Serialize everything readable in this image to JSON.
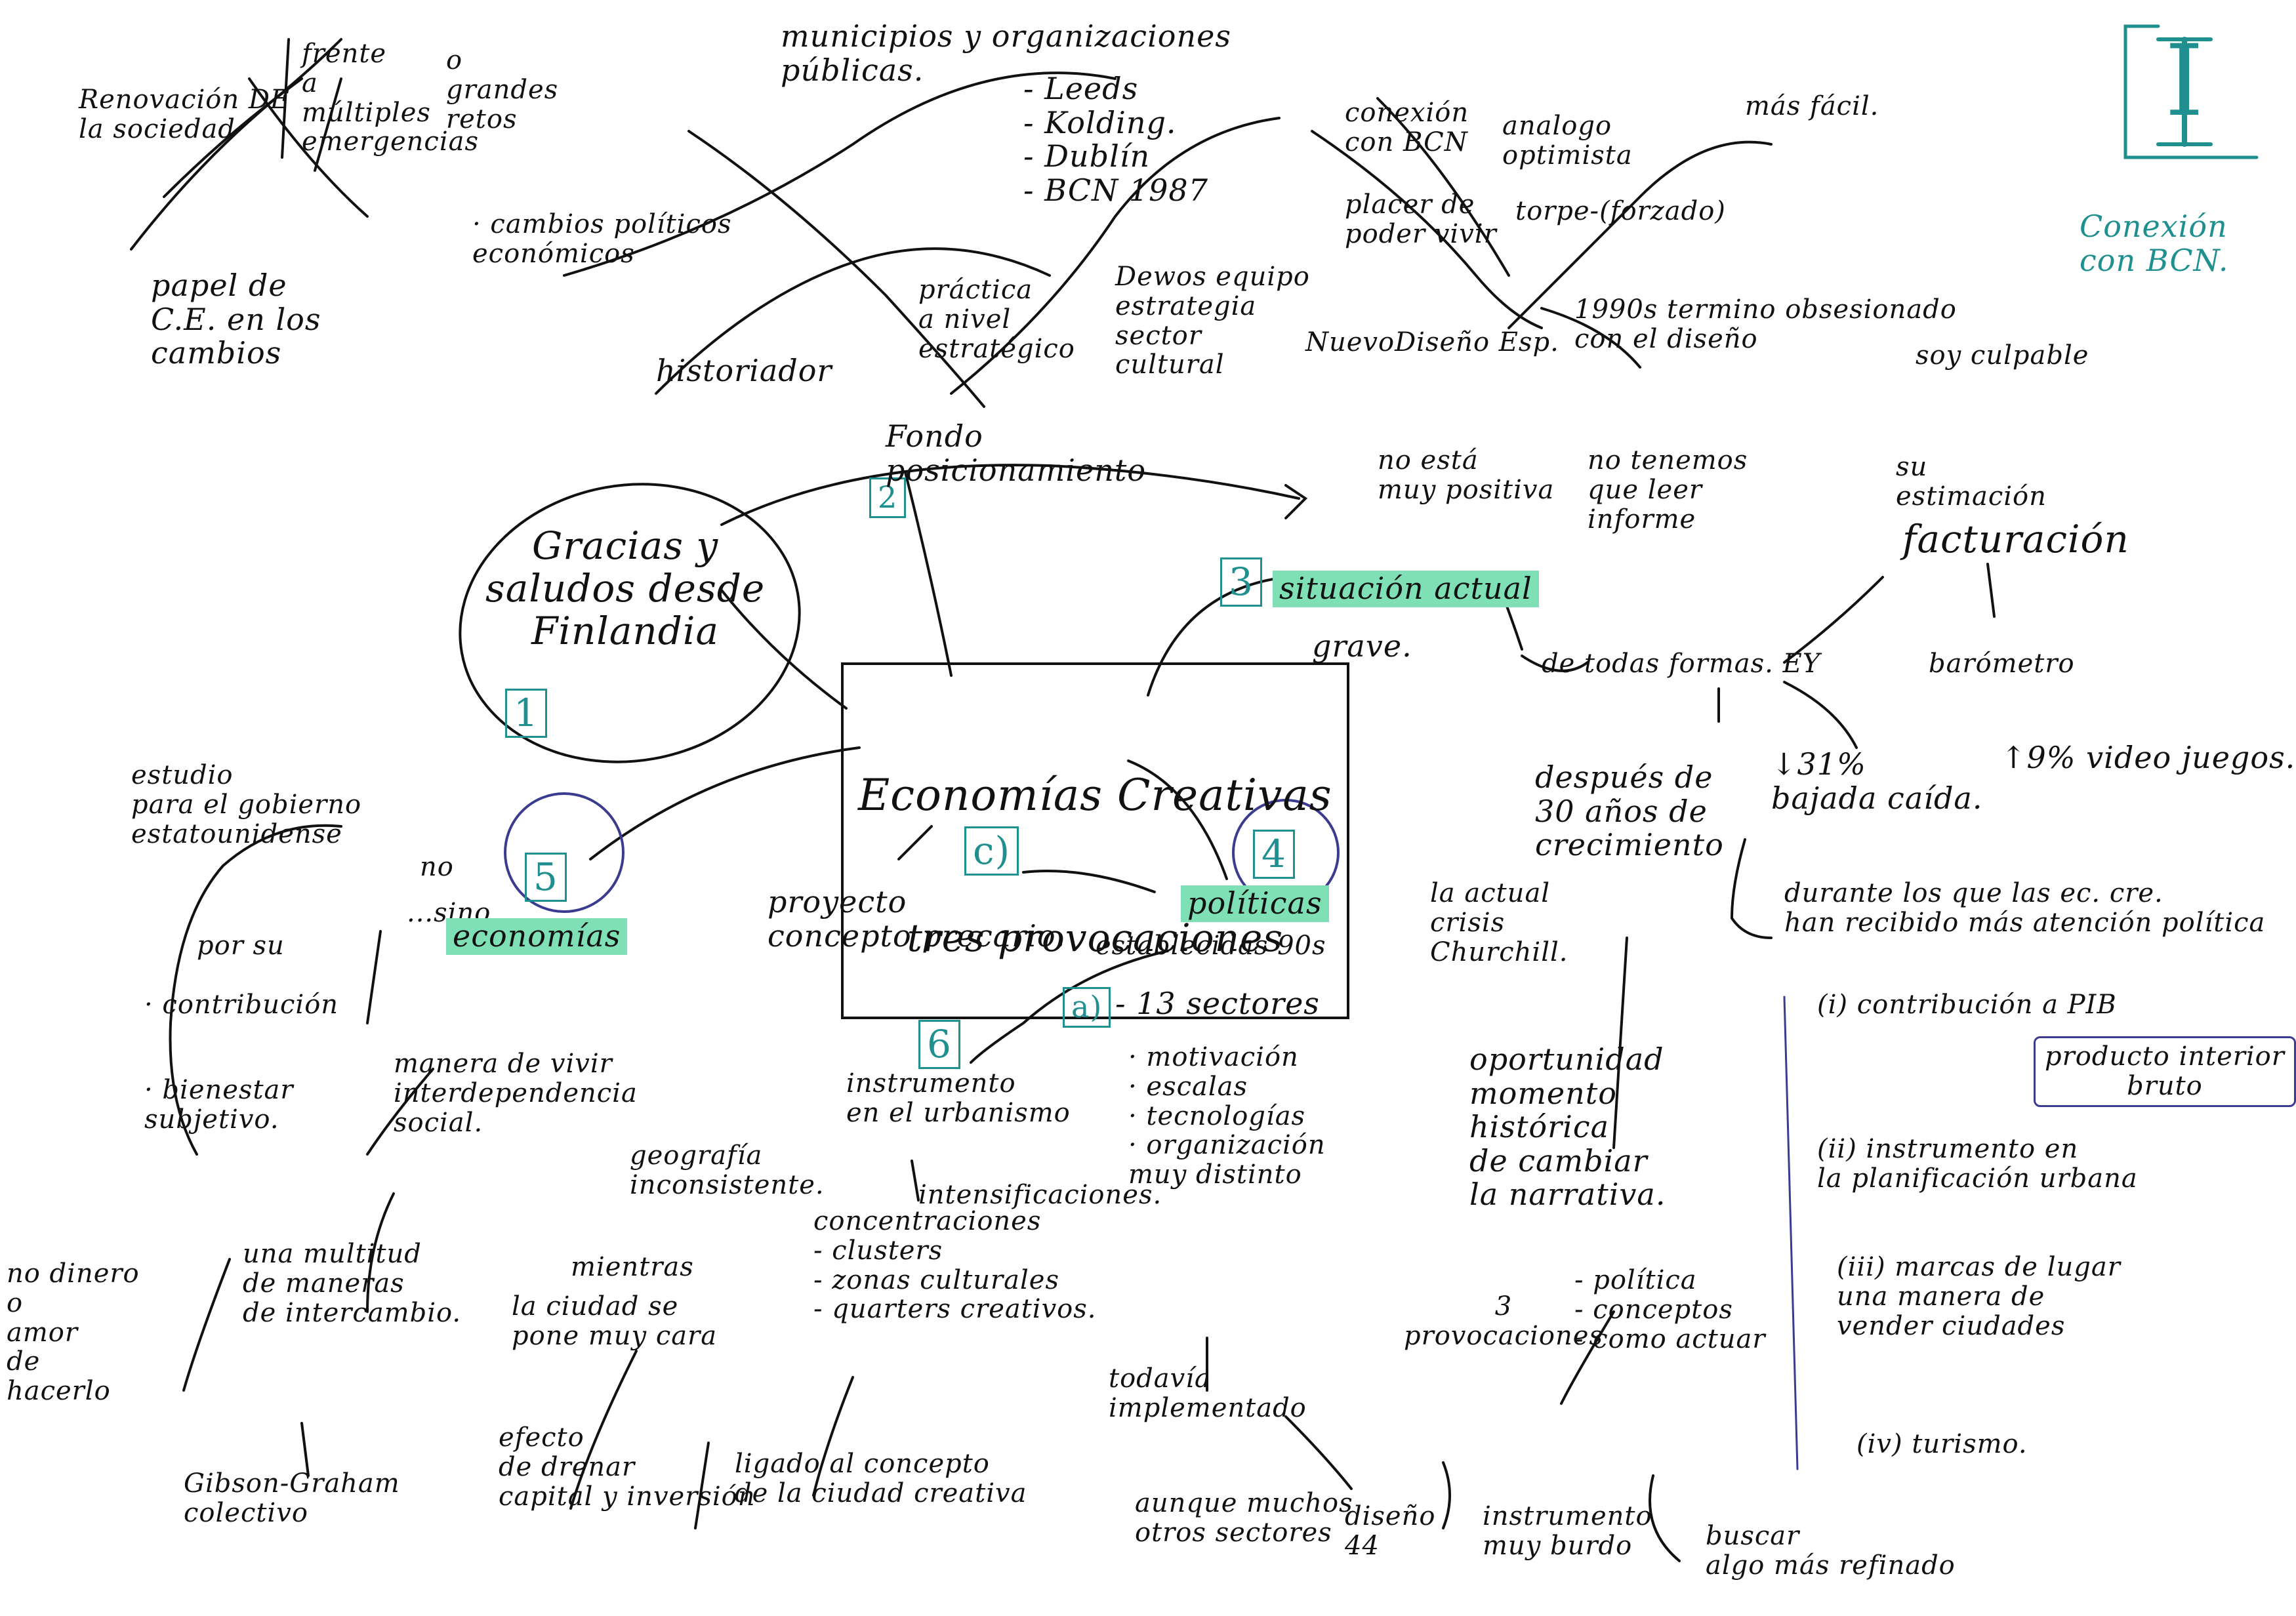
{
  "center": {
    "title": "Economías Creativas",
    "subtitle": "tres provocaciones"
  },
  "markers": {
    "m1": "1",
    "m2": "2",
    "m3": "3",
    "m4": "4",
    "m5": "5",
    "mc": "c)",
    "ma": "a)",
    "m6": "6",
    "big": "I"
  },
  "top": {
    "renovacion": "Renovación DE\nla sociedad",
    "frente": "frente\na\nmúltiples\nemergencias",
    "retos": "o\ngrandes\nretos",
    "papel": "papel de\nC.E. en los\ncambios",
    "cambios": "· cambios políticos\neconómicos",
    "historiador": "historiador",
    "municipios": "municipios y organizaciones\npúblicas.",
    "ciudades": "- Leeds\n- Kolding.\n- Dublín\n- BCN 1987",
    "practica": "práctica\na nivel\nestratégico",
    "dewos": "Dewos equipo\nestrategia\nsector\ncultural",
    "fondo": "Fondo\nposicionamiento",
    "conexion": "conexión\ncon BCN",
    "analogo": "analogo\noptimista",
    "placer": "placer de\npoder vivir",
    "torpe": "torpe-(forzado)",
    "facil": "más fácil.",
    "nuevo": "NuevoDiseño Esp.",
    "1990s": "1990s termino obsesionado\ncon el diseño",
    "culpable": "soy culpable",
    "teal_note": "Conexión\ncon BCN."
  },
  "left": {
    "gracias": "Gracias y\nsaludos desde\nFinlandia",
    "estudio": "estudio\npara el gobierno\nestatounidense",
    "porsu": "por su",
    "contribucion": "· contribución",
    "bienestar": "· bienestar\nsubjetivo.",
    "no": "no",
    "sino": "...sino",
    "economias": "economías",
    "manera": "manera de vivir\ninterdependencia\nsocial.",
    "nodinero": "no dinero\no\namor\nde\nhacerlo",
    "multitud": "una multitud\nde maneras\nde intercambio.",
    "gibson": "Gibson-Graham\ncolectivo",
    "geografia": "geografía\ninconsistente.",
    "mientras": "mientras",
    "ciudad": "la ciudad se\npone muy cara",
    "efecto": "efecto\nde drenar\ncapital y inversión",
    "ligado": "ligado al concepto\nde la ciudad creativa"
  },
  "middle": {
    "proyecto": "proyecto\nconcepto precario.",
    "politicas": "políticas",
    "establecidas": "establecidas 90s",
    "sectores": "- 13 sectores",
    "lista": "· motivación\n· escalas\n· tecnologías\n· organización\nmuy distinto",
    "todavia": "todavía\nimplementado",
    "aunque": "aunque muchos\notros sectores",
    "diseno": "diseño\n44",
    "instrumento": "instrumento\nmuy burdo",
    "buscar": "buscar\nalgo más refinado",
    "instrumento_urb": "instrumento\nen el urbanismo",
    "intensificaciones": "intensificaciones.",
    "concentraciones": "concentraciones\n- clusters\n- zonas culturales\n- quarters creativos."
  },
  "right": {
    "noesta": "no está\nmuy positiva",
    "notenemos": "no tenemos\nque leer\ninforme",
    "situacion": "situación actual",
    "grave": "grave.",
    "todas": "de todas formas. EY",
    "estimacion": "su\nestimación",
    "facturacion": "facturación",
    "barometro": "barómetro",
    "despues": "después de\n30 años de\ncrecimiento",
    "baja": "↓31%\nbajada caída.",
    "videojuegos": "↑9% video juegos.",
    "durante": "durante los que las ec. cre.\nhan recibido más atención política",
    "crisis": "la actual\ncrisis\nChurchill.",
    "oportunidad": "oportunidad\nmomento\nhistórica\nde cambiar\nla narrativa.",
    "tres": "3\nprovocaciones",
    "provlist": "- política\n- conceptos\n- como actuar",
    "contribucion_pib": "(i) contribución a PIB",
    "pib_box": "producto interior\nbruto",
    "planificacion": "(ii) instrumento en\nla planificación urbana",
    "marcas": "(iii) marcas de lugar\nuna manera de\nvender ciudades",
    "turismo": "(iv) turismo."
  }
}
